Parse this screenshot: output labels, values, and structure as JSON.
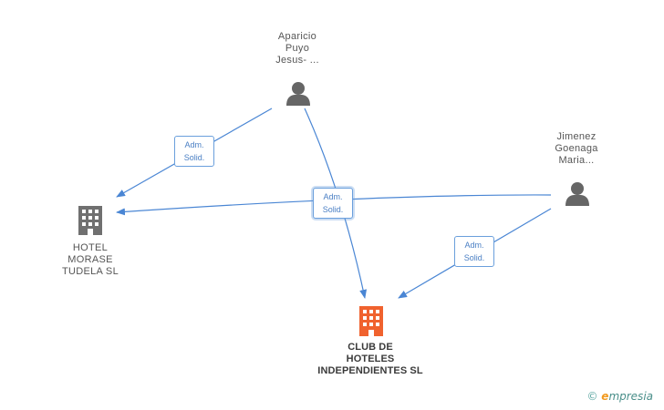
{
  "colors": {
    "edge": "#4a86d4",
    "person_icon": "#666666",
    "company_icon": "#707070",
    "main_company_icon": "#f0622e"
  },
  "nodes": {
    "aparicio": {
      "lines": [
        "Aparicio",
        "Puyo",
        "Jesus- ..."
      ],
      "icon": "person-icon"
    },
    "jimenez": {
      "lines": [
        "Jimenez",
        "Goenaga",
        "Maria..."
      ],
      "icon": "person-icon"
    },
    "hotel_morase": {
      "lines": [
        "HOTEL",
        "MORASE",
        "TUDELA SL"
      ],
      "icon": "building-icon"
    },
    "club_hoteles": {
      "lines": [
        "CLUB DE",
        "HOTELES",
        "INDEPENDIENTES SL"
      ],
      "icon": "building-icon"
    }
  },
  "edges": [
    {
      "from": "aparicio",
      "to": "hotel_morase",
      "label": [
        "Adm.",
        "Solid."
      ]
    },
    {
      "from": "aparicio / jimenez",
      "to": "club_hoteles / hotel_morase",
      "label": [
        "Adm.",
        "Solid."
      ]
    },
    {
      "from": "jimenez",
      "to": "club_hoteles",
      "label": [
        "Adm.",
        "Solid."
      ]
    }
  ],
  "footer": {
    "copyright_symbol": "©",
    "brand_e": "e",
    "brand_rest": "mpresia"
  }
}
